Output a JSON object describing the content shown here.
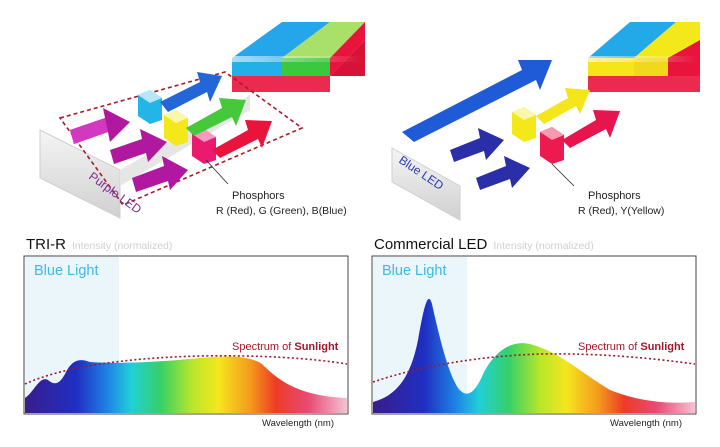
{
  "top_left": {
    "led_label": "Purple LED",
    "phosphors_title": "Phosphors",
    "phosphors_list": "R (Red), G (Green), B(Blue)"
  },
  "top_right": {
    "led_label": "Blue LED",
    "phosphors_title": "Phosphors",
    "phosphors_list": "R (Red), Y(Yellow)"
  },
  "chart_left": {
    "title": "TRI-R",
    "ylabel": "Intensity (normalized)",
    "band_label": "Blue Light",
    "reference_label": "Spectrum of ",
    "reference_label_bold": "Sunlight",
    "xlabel": "Wavelength (nm)"
  },
  "chart_right": {
    "title": "Commercial LED",
    "ylabel": "Intensity (normalized)",
    "band_label": "Blue Light",
    "reference_label": "Spectrum of ",
    "reference_label_bold": "Sunlight",
    "xlabel": "Wavelength (nm)"
  },
  "colors": {
    "purple_arrow": "#b0199f",
    "blue_arrow": "#2a2ea8",
    "red": "#e8143c",
    "yellow": "#f2e81a",
    "green": "#3cc43a",
    "cyan": "#2bb4e6",
    "sunlight_curve": "#a0192b",
    "blue_band": "#3fb7e8"
  }
}
